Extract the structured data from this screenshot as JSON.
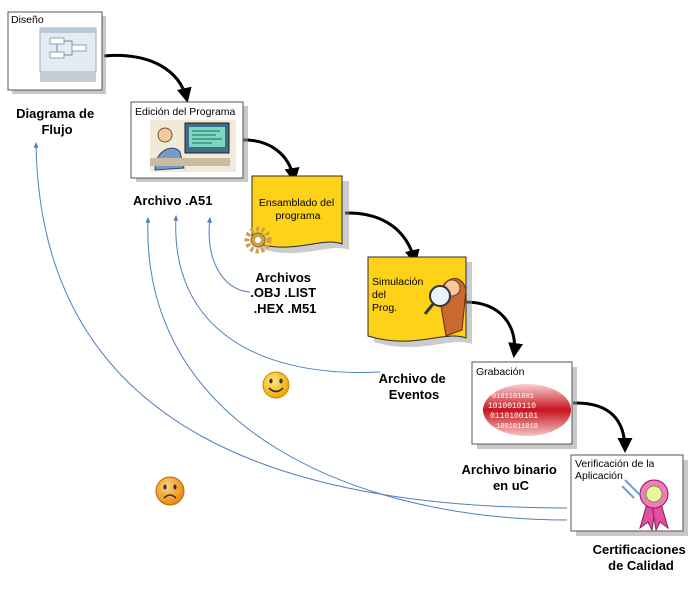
{
  "stages": {
    "diseno": {
      "title": "Diseño",
      "caption": [
        "Diagrama de",
        "Flujo"
      ]
    },
    "edicion": {
      "title": "Edición del Programa",
      "caption": [
        "Archivo .A51"
      ]
    },
    "ensamblado": {
      "title": [
        "Ensamblado del",
        "programa"
      ],
      "caption": [
        "Archivos",
        ".OBJ .LIST",
        ".HEX .M51"
      ]
    },
    "simulacion": {
      "title": [
        "Simulación",
        "del",
        "Prog."
      ],
      "caption": [
        "Archivo de",
        "Eventos"
      ]
    },
    "grabacion": {
      "title": "Grabación",
      "caption": [
        "Archivo binario",
        "en uC"
      ]
    },
    "verificacion": {
      "title": [
        "Verificación de la",
        "Aplicación"
      ],
      "caption": [
        "Certificaciones",
        "de Calidad"
      ]
    }
  },
  "icons": [
    "smile-face-icon",
    "sad-face-icon",
    "gear-icon",
    "magnifier-icon",
    "ribbon-seal-icon"
  ],
  "colors": {
    "document": "#ffd21a",
    "arrow": "#000000",
    "feedback": "#4f7fc0",
    "face": "#f5b800",
    "binary": "#c8141e"
  }
}
